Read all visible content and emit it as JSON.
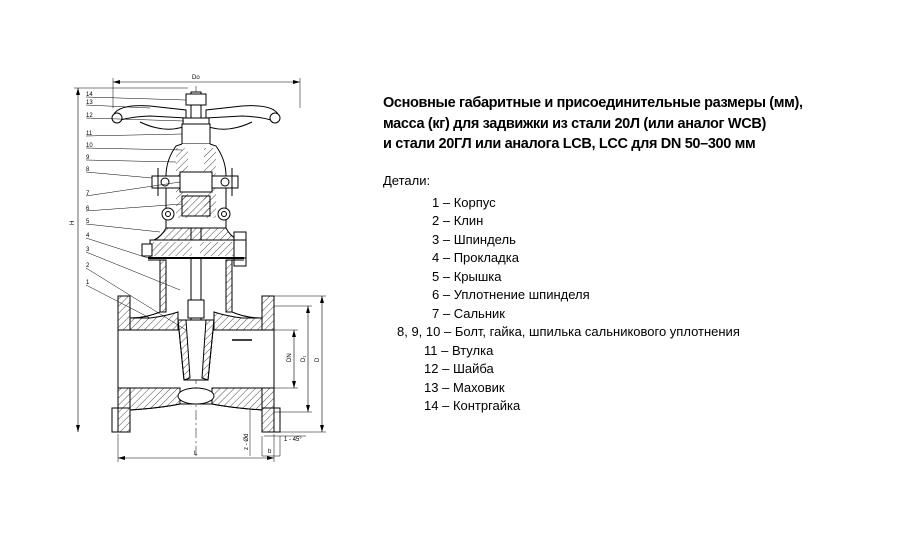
{
  "heading": {
    "line1": "Основные габаритные и присоединительные размеры (мм),",
    "line2": "масса (кг) для задвижки из стали 20Л (или аналог WCB)",
    "line3": "и стали 20ГЛ или аналога LCB, LCC для DN 50–300 мм"
  },
  "details_label": "Детали:",
  "parts": [
    {
      "num": "1",
      "name": "Корпус"
    },
    {
      "num": "2",
      "name": "Клин"
    },
    {
      "num": "3",
      "name": "Шпиндель"
    },
    {
      "num": "4",
      "name": "Прокладка"
    },
    {
      "num": "5",
      "name": "Крышка"
    },
    {
      "num": "6",
      "name": "Уплотнение шпинделя"
    },
    {
      "num": "7",
      "name": "Сальник"
    },
    {
      "num": "8, 9, 10",
      "name": "Болт, гайка, шпилька сальникового уплотнения"
    },
    {
      "num": "11",
      "name": "Втулка"
    },
    {
      "num": "12",
      "name": "Шайба"
    },
    {
      "num": "13",
      "name": "Маховик"
    },
    {
      "num": "14",
      "name": "Контргайка"
    }
  ],
  "drawing": {
    "callouts": [
      "14",
      "13",
      "12",
      "11",
      "10",
      "9",
      "8",
      "7",
      "6",
      "5",
      "4",
      "3",
      "2",
      "1"
    ],
    "dim_Do": "Do",
    "dim_H": "H",
    "dim_L": "L",
    "dim_DN": "DN",
    "dim_D1": "D₁",
    "dim_D": "D",
    "dim_b": "b",
    "dim_chamfer": "1 - 45°",
    "dim_holes": "z - Ød"
  }
}
